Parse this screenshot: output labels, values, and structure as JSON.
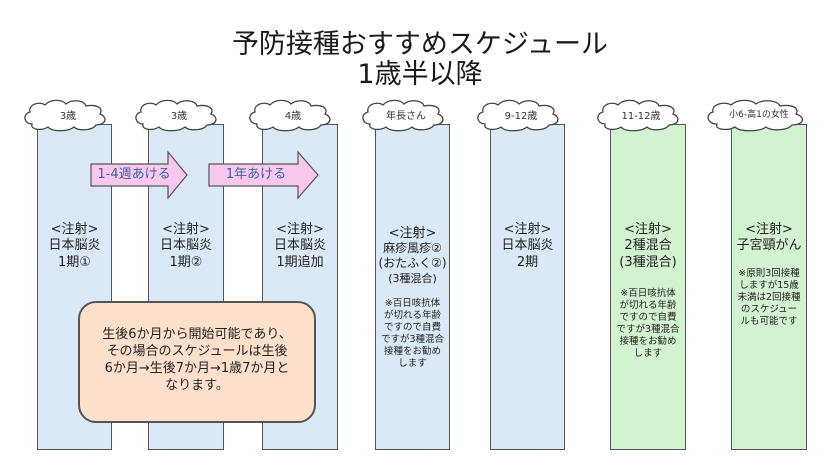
{
  "title": {
    "line1": "予防接種おすすめスケジュール",
    "line2": "1歳半以降"
  },
  "columns": [
    {
      "age": "3歳",
      "inj_label": "<注射>",
      "vaccine": "日本脳炎",
      "detail": "1期①",
      "color": "#dbe8f6"
    },
    {
      "age": "3歳",
      "inj_label": "<注射>",
      "vaccine": "日本脳炎",
      "detail": "1期②",
      "color": "#dbe8f6"
    },
    {
      "age": "4歳",
      "inj_label": "<注射>",
      "vaccine": "日本脳炎",
      "detail": "1期追加",
      "color": "#dbe8f6"
    },
    {
      "age": "年長さん",
      "inj_label": "<注射>",
      "vaccine": "麻疹風疹②",
      "detail": "(おたふく②)",
      "detail2": "(3種混合)",
      "note": [
        "※百日咳抗体",
        "が切れる年齢",
        "ですので自費",
        "ですが3種混合",
        "接種をお勧め",
        "します"
      ],
      "color": "#dbe8f6"
    },
    {
      "age": "9-12歳",
      "inj_label": "<注射>",
      "vaccine": "日本脳炎",
      "detail": "2期",
      "color": "#dbe8f6"
    },
    {
      "age": "11-12歳",
      "inj_label": "<注射>",
      "vaccine": "2種混合",
      "detail": "(3種混合)",
      "note": [
        "※百日咳抗体",
        "が切れる年齢",
        "ですので自費",
        "ですが3種混合",
        "接種をお勧め",
        "します"
      ],
      "color": "#d3f2d1"
    },
    {
      "age": "小6-高1の女性",
      "inj_label": "<注射>",
      "vaccine": "子宮頸がん",
      "detail": "",
      "note": [
        "※原則3回接種",
        "しますが15歳",
        "未満は2回接種",
        "のスケジュー",
        "ルも可能です"
      ],
      "color": "#d3f2d1"
    }
  ],
  "arrows": [
    {
      "label": "1-4週あける"
    },
    {
      "label": "1年あける"
    }
  ],
  "callout": {
    "lines": [
      "生後6か月から開始可能であり、",
      "その場合のスケジュールは生後",
      "6か月→生後7か月→1歳7か月と",
      "なります。"
    ]
  },
  "colors": {
    "arrow_fill": "#f9c8ee",
    "callout_fill": "#fde0cc",
    "blue_col": "#dbe8f6",
    "green_col": "#d3f2d1"
  }
}
